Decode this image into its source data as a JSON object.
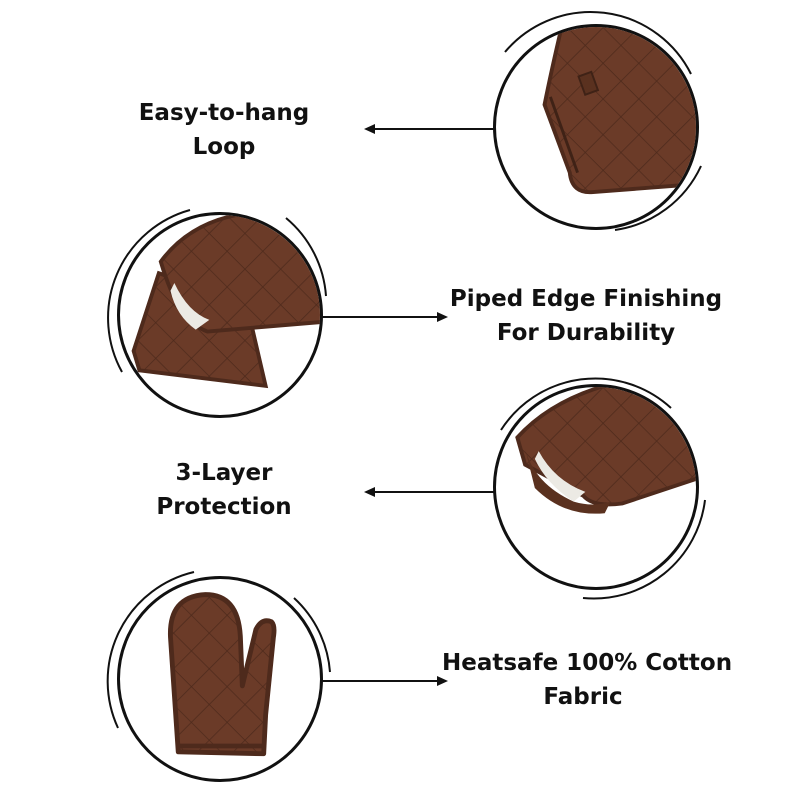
{
  "features": [
    {
      "id": "loop",
      "line1": "Easy-to-hang",
      "line2": "Loop",
      "icon": "hanging-loop-closeup"
    },
    {
      "id": "piped",
      "line1": "Piped Edge Finishing",
      "line2": "For Durability",
      "icon": "mitt-cuff-closeup"
    },
    {
      "id": "layer",
      "line1": "3-Layer",
      "line2": "Protection",
      "icon": "mitt-opening-closeup"
    },
    {
      "id": "cotton",
      "line1": "Heatsafe 100% Cotton",
      "line2": "Fabric",
      "icon": "full-oven-mitt"
    }
  ],
  "colors": {
    "fabric": "#6b3b28",
    "fabric_dark": "#4e2a1c",
    "lining": "#eceae4",
    "line": "#111111"
  }
}
